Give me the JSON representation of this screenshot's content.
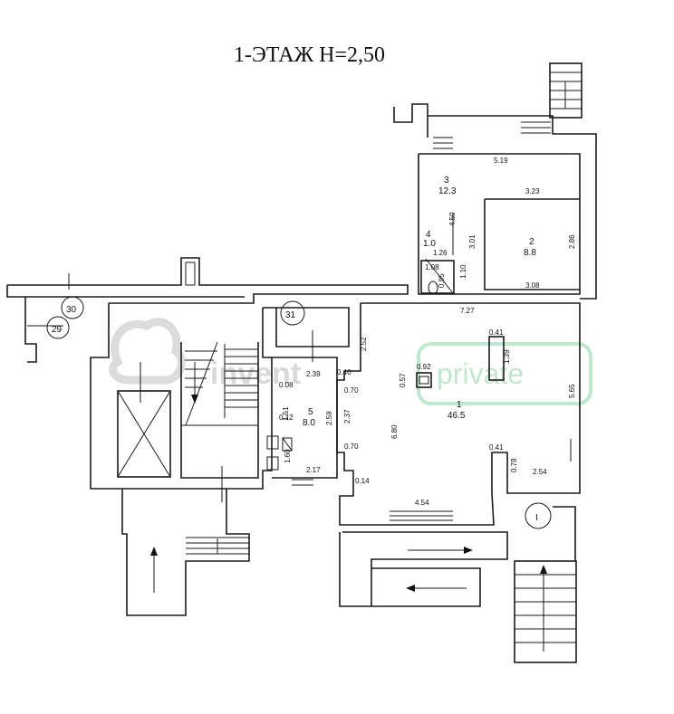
{
  "title": "1-ЭТАЖ  H=2,50",
  "watermark": {
    "brand": "invent",
    "badge": "private"
  },
  "rooms": [
    {
      "number": "1",
      "area": "46.5"
    },
    {
      "number": "2",
      "area": "8.8"
    },
    {
      "number": "3",
      "area": "12.3"
    },
    {
      "number": "4",
      "area": "1.0"
    },
    {
      "number": "5",
      "area": "8.0"
    }
  ],
  "markers": [
    "30",
    "29",
    "31",
    "I"
  ],
  "dimensions": {
    "d519": "5.19",
    "d323": "3.23",
    "d450": "4.50",
    "d301": "3.01",
    "d286": "2.86",
    "d308": "3.08",
    "d108": "1.08",
    "d126": "1.26",
    "d095": "0.95",
    "d110": "1.10",
    "d727": "7.27",
    "d252": "2.52",
    "d041a": "0.41",
    "d139": "1.39",
    "d092": "0.92",
    "d057": "0.57",
    "d565": "5.65",
    "d680": "6.80",
    "d041b": "0.41",
    "d078": "0.78",
    "d254": "2.54",
    "d454": "4.54",
    "d239": "2.39",
    "d040": "0.40",
    "d008": "0.08",
    "d070a": "0.70",
    "d237": "2.37",
    "d259": "2.59",
    "d151": "1.51",
    "d012": "0.12",
    "d160": "1.60",
    "d070b": "0.70",
    "d217": "2.17",
    "d014": "0.14"
  }
}
